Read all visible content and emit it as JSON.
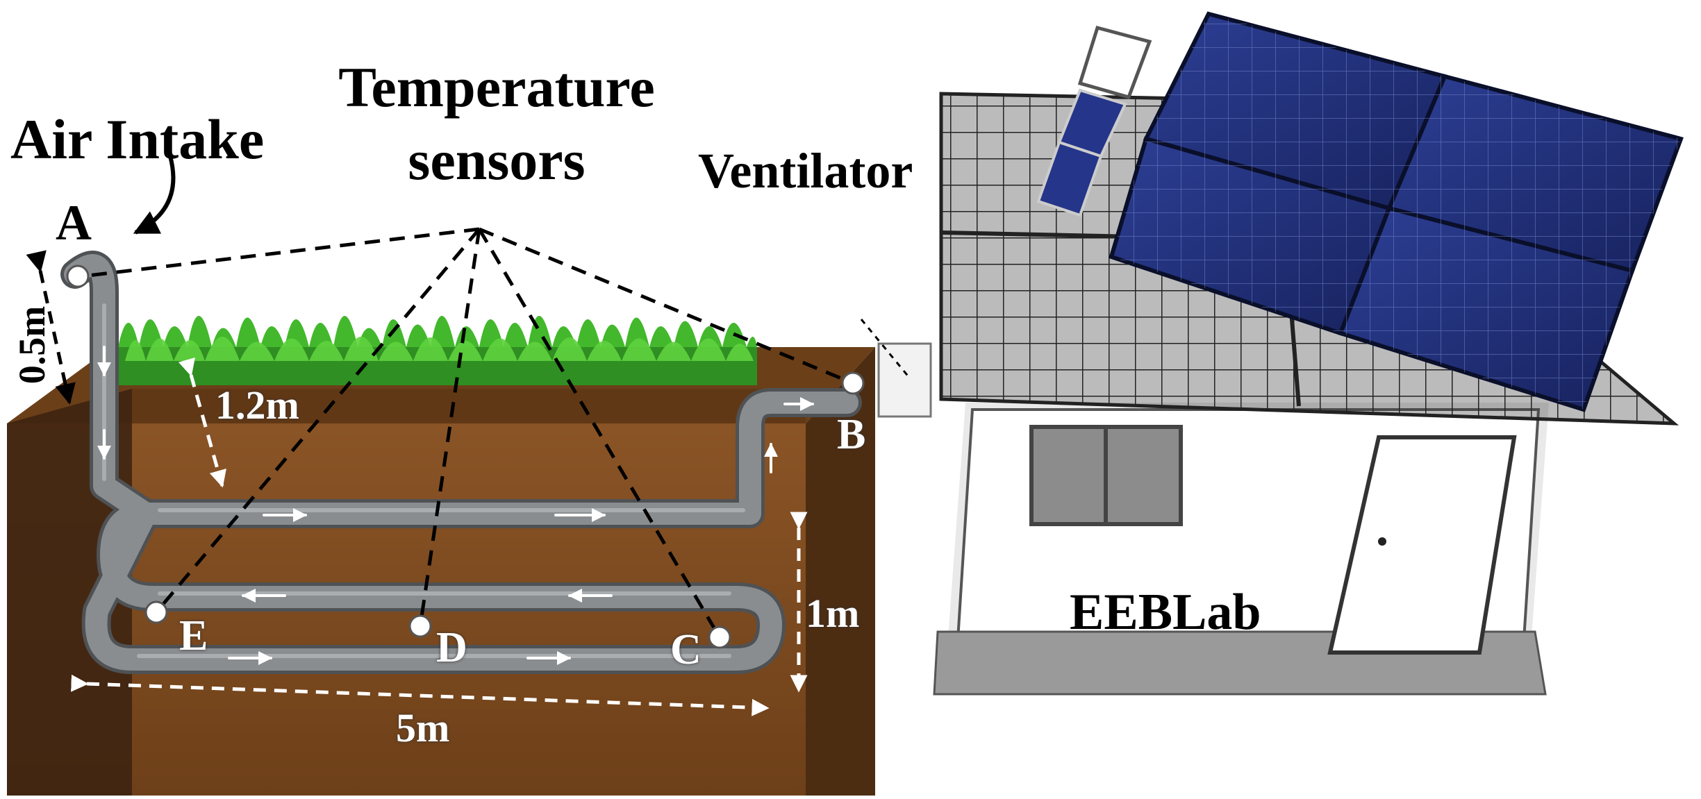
{
  "labels": {
    "air_intake": "Air Intake",
    "temperature_sensors_line1": "Temperature",
    "temperature_sensors_line2": "sensors",
    "ventilator": "Ventilator",
    "building": "EEBLab"
  },
  "points": {
    "a": "A",
    "b": "B",
    "c": "C",
    "d": "D",
    "e": "E"
  },
  "dimensions": {
    "riser_height": "0.5m",
    "depth": "1.2m",
    "loop_spacing": "1m",
    "length": "5m"
  },
  "colors": {
    "soil": "#7a4a22",
    "soil_dark": "#4a2c12",
    "grass": "#3fae2a",
    "pipe": "#7d7f82",
    "roof_grid": "#2a2a2a",
    "solar_panel": "#1e2f7a",
    "wall": "#ffffff",
    "foundation": "#8d8d8d"
  }
}
